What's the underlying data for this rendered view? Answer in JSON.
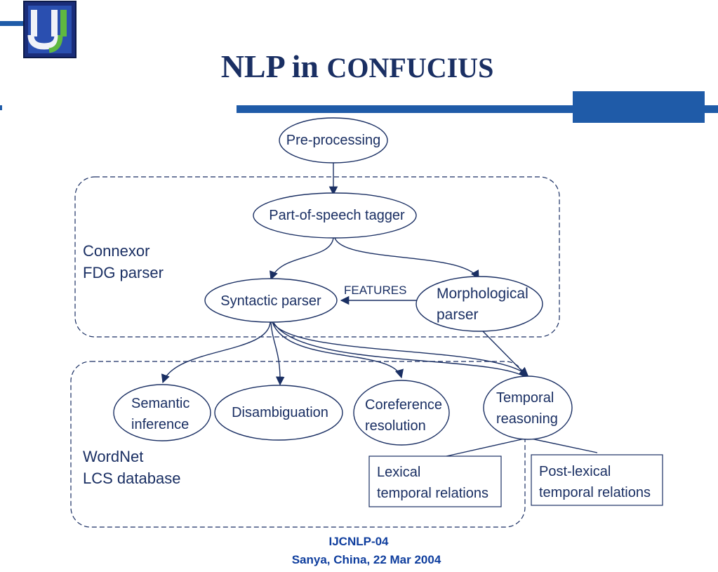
{
  "slide": {
    "title_part1": "NLP in ",
    "title_part2": "CONFUCIUS",
    "logo": "university-logo",
    "footer_line1": "IJCNLP-04",
    "footer_line2": "Sanya, China, 22 Mar 2004"
  },
  "diagram": {
    "nodes": {
      "preprocessing": "Pre-processing",
      "pos_tagger": "Part-of-speech tagger",
      "syntactic_parser": "Syntactic parser",
      "morph_line1": "Morphological",
      "morph_line2": "parser",
      "semantic_line1": "Semantic",
      "semantic_line2": "inference",
      "disambiguation": "Disambiguation",
      "coref_line1": "Coreference",
      "coref_line2": "resolution",
      "temporal_line1": "Temporal",
      "temporal_line2": "reasoning",
      "lexical_line1": "Lexical",
      "lexical_line2": "temporal relations",
      "postlexical_line1": "Post-lexical",
      "postlexical_line2": "temporal relations"
    },
    "edge_label_features": "FEATURES",
    "group_connexor_line1": "Connexor",
    "group_connexor_line2": "FDG parser",
    "group_wordnet_line1": "WordNet",
    "group_wordnet_line2": "LCS database"
  },
  "colors": {
    "navy": "#1a2f63",
    "accent_blue": "#1f5ba8",
    "footer_blue": "#0f3e9e"
  }
}
